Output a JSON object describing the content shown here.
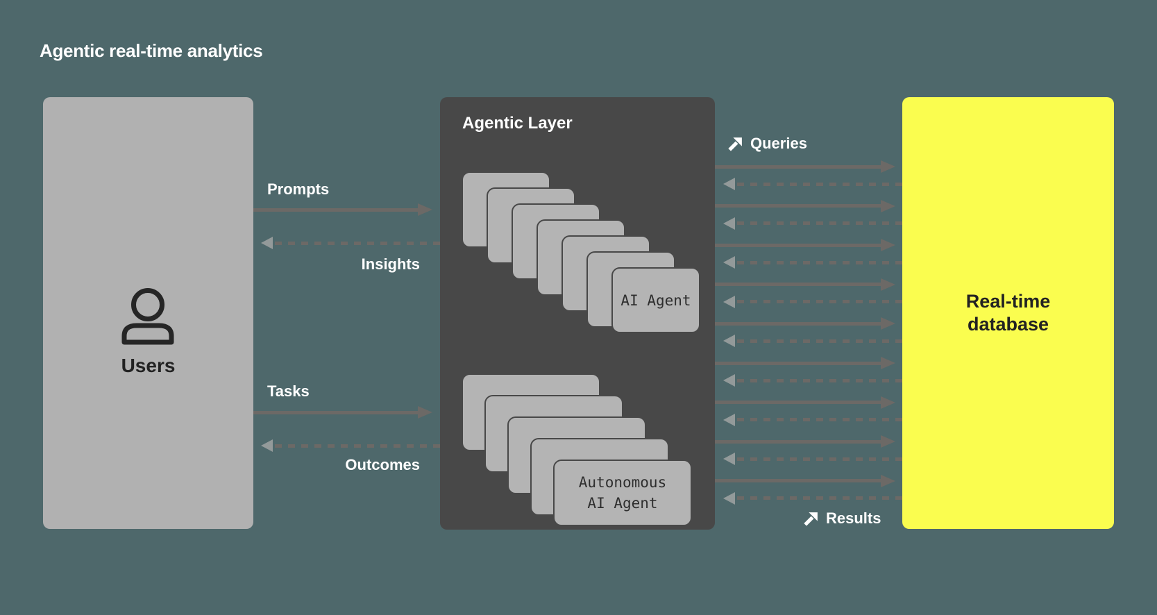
{
  "title": "Agentic real-time analytics",
  "colors": {
    "background": "#4E686B",
    "box_gray": "#B1B1B1",
    "box_dark": "#484848",
    "box_yellow": "#FAFD4F",
    "card_fill": "#B4B4B4",
    "arrow": "#6C6966",
    "dash_head": "#939A9A",
    "text_dark": "#222222",
    "text_white": "#FFFFFF"
  },
  "users_box": {
    "label": "Users",
    "icon": "user-icon"
  },
  "agentic_layer": {
    "label": "Agentic Layer",
    "top_stack": {
      "card_count": 7,
      "front_label_lines": [
        "AI Agent"
      ]
    },
    "bottom_stack": {
      "card_count": 5,
      "front_label_lines": [
        "Autonomous",
        "AI Agent"
      ]
    }
  },
  "database_box": {
    "label_lines": [
      "Real-time",
      "database"
    ]
  },
  "left_flows": [
    {
      "label": "Prompts",
      "direction": "right",
      "style": "solid"
    },
    {
      "label": "Insights",
      "direction": "left",
      "style": "dashed"
    },
    {
      "label": "Tasks",
      "direction": "right",
      "style": "solid"
    },
    {
      "label": "Outcomes",
      "direction": "left",
      "style": "dashed"
    }
  ],
  "right_flows": {
    "top_label": "Queries",
    "top_icon": "northeast-arrow-icon",
    "bottom_label": "Results",
    "bottom_icon": "northeast-arrow-icon",
    "arrow_pair_count": 9
  }
}
